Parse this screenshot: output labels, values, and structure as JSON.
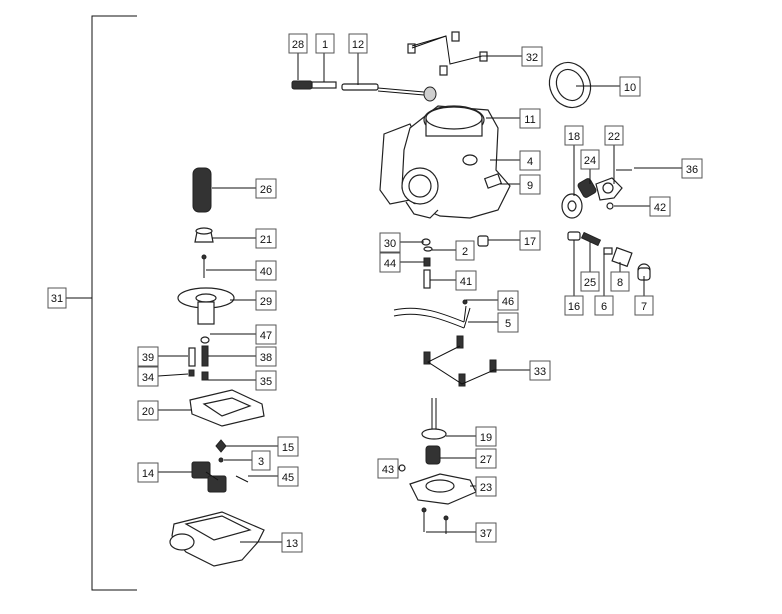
{
  "diagram": {
    "callouts": [
      "31",
      "28",
      "1",
      "12",
      "32",
      "10",
      "11",
      "4",
      "9",
      "18",
      "22",
      "24",
      "36",
      "42",
      "26",
      "21",
      "40",
      "29",
      "47",
      "39",
      "38",
      "34",
      "35",
      "20",
      "15",
      "3",
      "14",
      "45",
      "13",
      "30",
      "2",
      "17",
      "44",
      "41",
      "16",
      "25",
      "8",
      "6",
      "7",
      "46",
      "5",
      "33",
      "19",
      "27",
      "43",
      "23",
      "37"
    ]
  },
  "colors": {
    "line": "#111111",
    "box_border": "#555555",
    "background": "#ffffff"
  }
}
